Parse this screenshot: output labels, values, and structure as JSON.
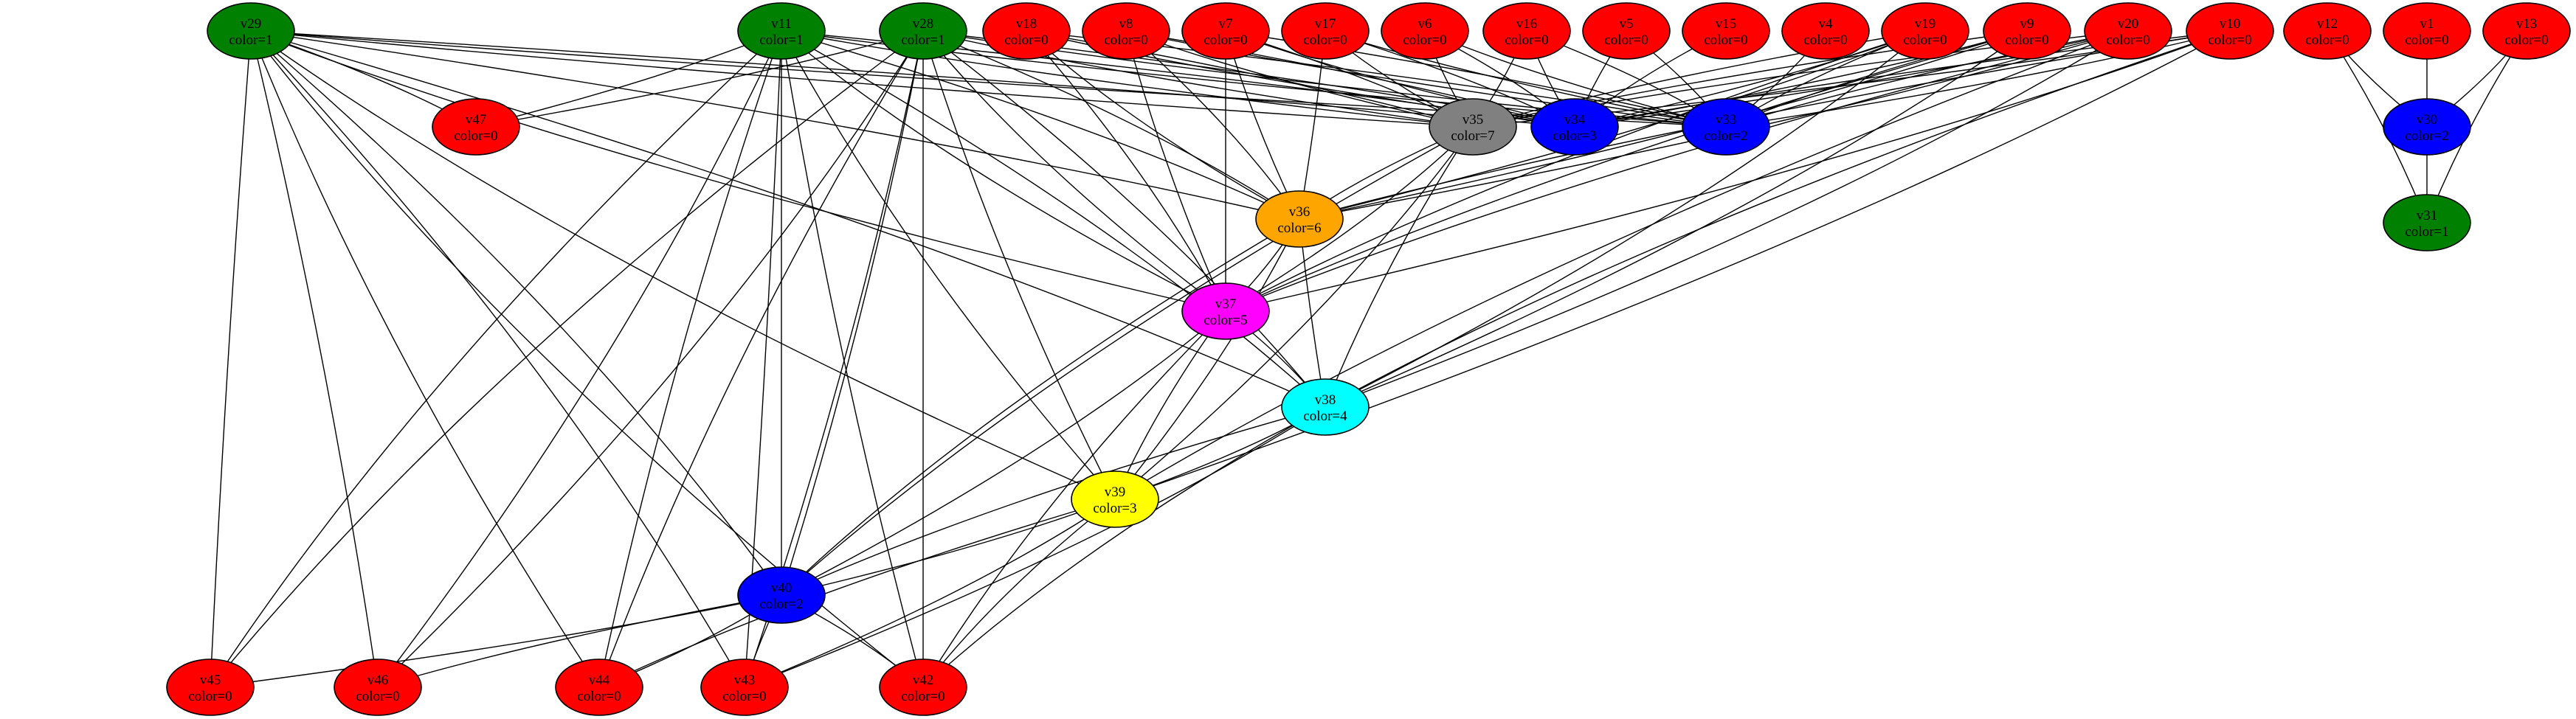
{
  "colors": {
    "0": "#ff0000",
    "1": "#008000",
    "2": "#0000ff",
    "3": "#ffff00",
    "4": "#00ffff",
    "5": "#ff00ff",
    "6": "#ffa500",
    "7": "#808080"
  },
  "nodes": [
    {
      "id": "v29",
      "name": "v29",
      "color_label": "color=1",
      "color_index": 1
    },
    {
      "id": "v11",
      "name": "v11",
      "color_label": "color=1",
      "color_index": 1
    },
    {
      "id": "v28",
      "name": "v28",
      "color_label": "color=1",
      "color_index": 1
    },
    {
      "id": "v18",
      "name": "v18",
      "color_label": "color=0",
      "color_index": 0
    },
    {
      "id": "v8",
      "name": "v8",
      "color_label": "color=0",
      "color_index": 0
    },
    {
      "id": "v7",
      "name": "v7",
      "color_label": "color=0",
      "color_index": 0
    },
    {
      "id": "v17",
      "name": "v17",
      "color_label": "color=0",
      "color_index": 0
    },
    {
      "id": "v6",
      "name": "v6",
      "color_label": "color=0",
      "color_index": 0
    },
    {
      "id": "v16",
      "name": "v16",
      "color_label": "color=0",
      "color_index": 0
    },
    {
      "id": "v5",
      "name": "v5",
      "color_label": "color=0",
      "color_index": 0
    },
    {
      "id": "v15",
      "name": "v15",
      "color_label": "color=0",
      "color_index": 0
    },
    {
      "id": "v4",
      "name": "v4",
      "color_label": "color=0",
      "color_index": 0
    },
    {
      "id": "v19",
      "name": "v19",
      "color_label": "color=0",
      "color_index": 0
    },
    {
      "id": "v9",
      "name": "v9",
      "color_label": "color=0",
      "color_index": 0
    },
    {
      "id": "v20",
      "name": "v20",
      "color_label": "color=0",
      "color_index": 0
    },
    {
      "id": "v10",
      "name": "v10",
      "color_label": "color=0",
      "color_index": 0
    },
    {
      "id": "v12",
      "name": "v12",
      "color_label": "color=0",
      "color_index": 0
    },
    {
      "id": "v1",
      "name": "v1",
      "color_label": "color=0",
      "color_index": 0
    },
    {
      "id": "v13",
      "name": "v13",
      "color_label": "color=0",
      "color_index": 0
    },
    {
      "id": "v47",
      "name": "v47",
      "color_label": "color=0",
      "color_index": 0
    },
    {
      "id": "v35",
      "name": "v35",
      "color_label": "color=7",
      "color_index": 7
    },
    {
      "id": "v34",
      "name": "v34",
      "color_label": "color=3",
      "color_index": 2
    },
    {
      "id": "v33",
      "name": "v33",
      "color_label": "color=2",
      "color_index": 2
    },
    {
      "id": "v30",
      "name": "v30",
      "color_label": "color=2",
      "color_index": 2
    },
    {
      "id": "v31",
      "name": "v31",
      "color_label": "color=1",
      "color_index": 1
    },
    {
      "id": "v36",
      "name": "v36",
      "color_label": "color=6",
      "color_index": 6
    },
    {
      "id": "v37",
      "name": "v37",
      "color_label": "color=5",
      "color_index": 5
    },
    {
      "id": "v38",
      "name": "v38",
      "color_label": "color=4",
      "color_index": 4
    },
    {
      "id": "v39",
      "name": "v39",
      "color_label": "color=3",
      "color_index": 3
    },
    {
      "id": "v40",
      "name": "v40",
      "color_label": "color=2",
      "color_index": 2
    },
    {
      "id": "v45",
      "name": "v45",
      "color_label": "color=0",
      "color_index": 0
    },
    {
      "id": "v46",
      "name": "v46",
      "color_label": "color=0",
      "color_index": 0
    },
    {
      "id": "v44",
      "name": "v44",
      "color_label": "color=0",
      "color_index": 0
    },
    {
      "id": "v43",
      "name": "v43",
      "color_label": "color=0",
      "color_index": 0
    },
    {
      "id": "v42",
      "name": "v42",
      "color_label": "color=0",
      "color_index": 0
    }
  ],
  "edges": [
    [
      "v29",
      "v47"
    ],
    [
      "v29",
      "v35"
    ],
    [
      "v29",
      "v34"
    ],
    [
      "v29",
      "v33"
    ],
    [
      "v29",
      "v36"
    ],
    [
      "v29",
      "v37"
    ],
    [
      "v29",
      "v38"
    ],
    [
      "v29",
      "v39"
    ],
    [
      "v29",
      "v40"
    ],
    [
      "v29",
      "v45"
    ],
    [
      "v29",
      "v46"
    ],
    [
      "v29",
      "v44"
    ],
    [
      "v29",
      "v43"
    ],
    [
      "v29",
      "v42"
    ],
    [
      "v11",
      "v47"
    ],
    [
      "v11",
      "v35"
    ],
    [
      "v11",
      "v34"
    ],
    [
      "v11",
      "v33"
    ],
    [
      "v11",
      "v36"
    ],
    [
      "v11",
      "v37"
    ],
    [
      "v11",
      "v38"
    ],
    [
      "v11",
      "v39"
    ],
    [
      "v11",
      "v40"
    ],
    [
      "v11",
      "v45"
    ],
    [
      "v11",
      "v46"
    ],
    [
      "v11",
      "v44"
    ],
    [
      "v11",
      "v43"
    ],
    [
      "v11",
      "v42"
    ],
    [
      "v28",
      "v47"
    ],
    [
      "v28",
      "v35"
    ],
    [
      "v28",
      "v34"
    ],
    [
      "v28",
      "v33"
    ],
    [
      "v28",
      "v36"
    ],
    [
      "v28",
      "v37"
    ],
    [
      "v28",
      "v38"
    ],
    [
      "v28",
      "v39"
    ],
    [
      "v28",
      "v40"
    ],
    [
      "v28",
      "v45"
    ],
    [
      "v28",
      "v46"
    ],
    [
      "v28",
      "v44"
    ],
    [
      "v28",
      "v43"
    ],
    [
      "v28",
      "v42"
    ],
    [
      "v18",
      "v35"
    ],
    [
      "v18",
      "v34"
    ],
    [
      "v18",
      "v33"
    ],
    [
      "v18",
      "v36"
    ],
    [
      "v18",
      "v37"
    ],
    [
      "v8",
      "v35"
    ],
    [
      "v8",
      "v34"
    ],
    [
      "v8",
      "v33"
    ],
    [
      "v8",
      "v36"
    ],
    [
      "v8",
      "v37"
    ],
    [
      "v7",
      "v35"
    ],
    [
      "v7",
      "v34"
    ],
    [
      "v7",
      "v33"
    ],
    [
      "v7",
      "v36"
    ],
    [
      "v7",
      "v37"
    ],
    [
      "v17",
      "v35"
    ],
    [
      "v17",
      "v34"
    ],
    [
      "v17",
      "v33"
    ],
    [
      "v17",
      "v36"
    ],
    [
      "v6",
      "v35"
    ],
    [
      "v6",
      "v34"
    ],
    [
      "v6",
      "v33"
    ],
    [
      "v16",
      "v35"
    ],
    [
      "v16",
      "v34"
    ],
    [
      "v16",
      "v33"
    ],
    [
      "v5",
      "v34"
    ],
    [
      "v5",
      "v33"
    ],
    [
      "v15",
      "v34"
    ],
    [
      "v4",
      "v33"
    ],
    [
      "v19",
      "v35"
    ],
    [
      "v19",
      "v34"
    ],
    [
      "v19",
      "v33"
    ],
    [
      "v19",
      "v36"
    ],
    [
      "v19",
      "v37"
    ],
    [
      "v19",
      "v38"
    ],
    [
      "v9",
      "v35"
    ],
    [
      "v9",
      "v34"
    ],
    [
      "v9",
      "v33"
    ],
    [
      "v9",
      "v36"
    ],
    [
      "v9",
      "v37"
    ],
    [
      "v9",
      "v38"
    ],
    [
      "v20",
      "v35"
    ],
    [
      "v20",
      "v34"
    ],
    [
      "v20",
      "v33"
    ],
    [
      "v20",
      "v36"
    ],
    [
      "v20",
      "v37"
    ],
    [
      "v20",
      "v38"
    ],
    [
      "v20",
      "v39"
    ],
    [
      "v10",
      "v35"
    ],
    [
      "v10",
      "v34"
    ],
    [
      "v10",
      "v33"
    ],
    [
      "v10",
      "v36"
    ],
    [
      "v10",
      "v37"
    ],
    [
      "v10",
      "v38"
    ],
    [
      "v10",
      "v39"
    ],
    [
      "v12",
      "v30"
    ],
    [
      "v12",
      "v31"
    ],
    [
      "v1",
      "v30"
    ],
    [
      "v13",
      "v30"
    ],
    [
      "v13",
      "v31"
    ],
    [
      "v30",
      "v31"
    ],
    [
      "v35",
      "v36"
    ],
    [
      "v35",
      "v37"
    ],
    [
      "v35",
      "v38"
    ],
    [
      "v35",
      "v39"
    ],
    [
      "v35",
      "v40"
    ],
    [
      "v36",
      "v37"
    ],
    [
      "v36",
      "v38"
    ],
    [
      "v36",
      "v39"
    ],
    [
      "v36",
      "v40"
    ],
    [
      "v37",
      "v38"
    ],
    [
      "v37",
      "v39"
    ],
    [
      "v37",
      "v40"
    ],
    [
      "v37",
      "v42"
    ],
    [
      "v38",
      "v39"
    ],
    [
      "v38",
      "v40"
    ],
    [
      "v38",
      "v43"
    ],
    [
      "v38",
      "v42"
    ],
    [
      "v39",
      "v40"
    ],
    [
      "v39",
      "v44"
    ],
    [
      "v39",
      "v43"
    ],
    [
      "v39",
      "v42"
    ],
    [
      "v40",
      "v45"
    ],
    [
      "v40",
      "v46"
    ],
    [
      "v40",
      "v44"
    ],
    [
      "v40",
      "v43"
    ],
    [
      "v40",
      "v42"
    ]
  ]
}
